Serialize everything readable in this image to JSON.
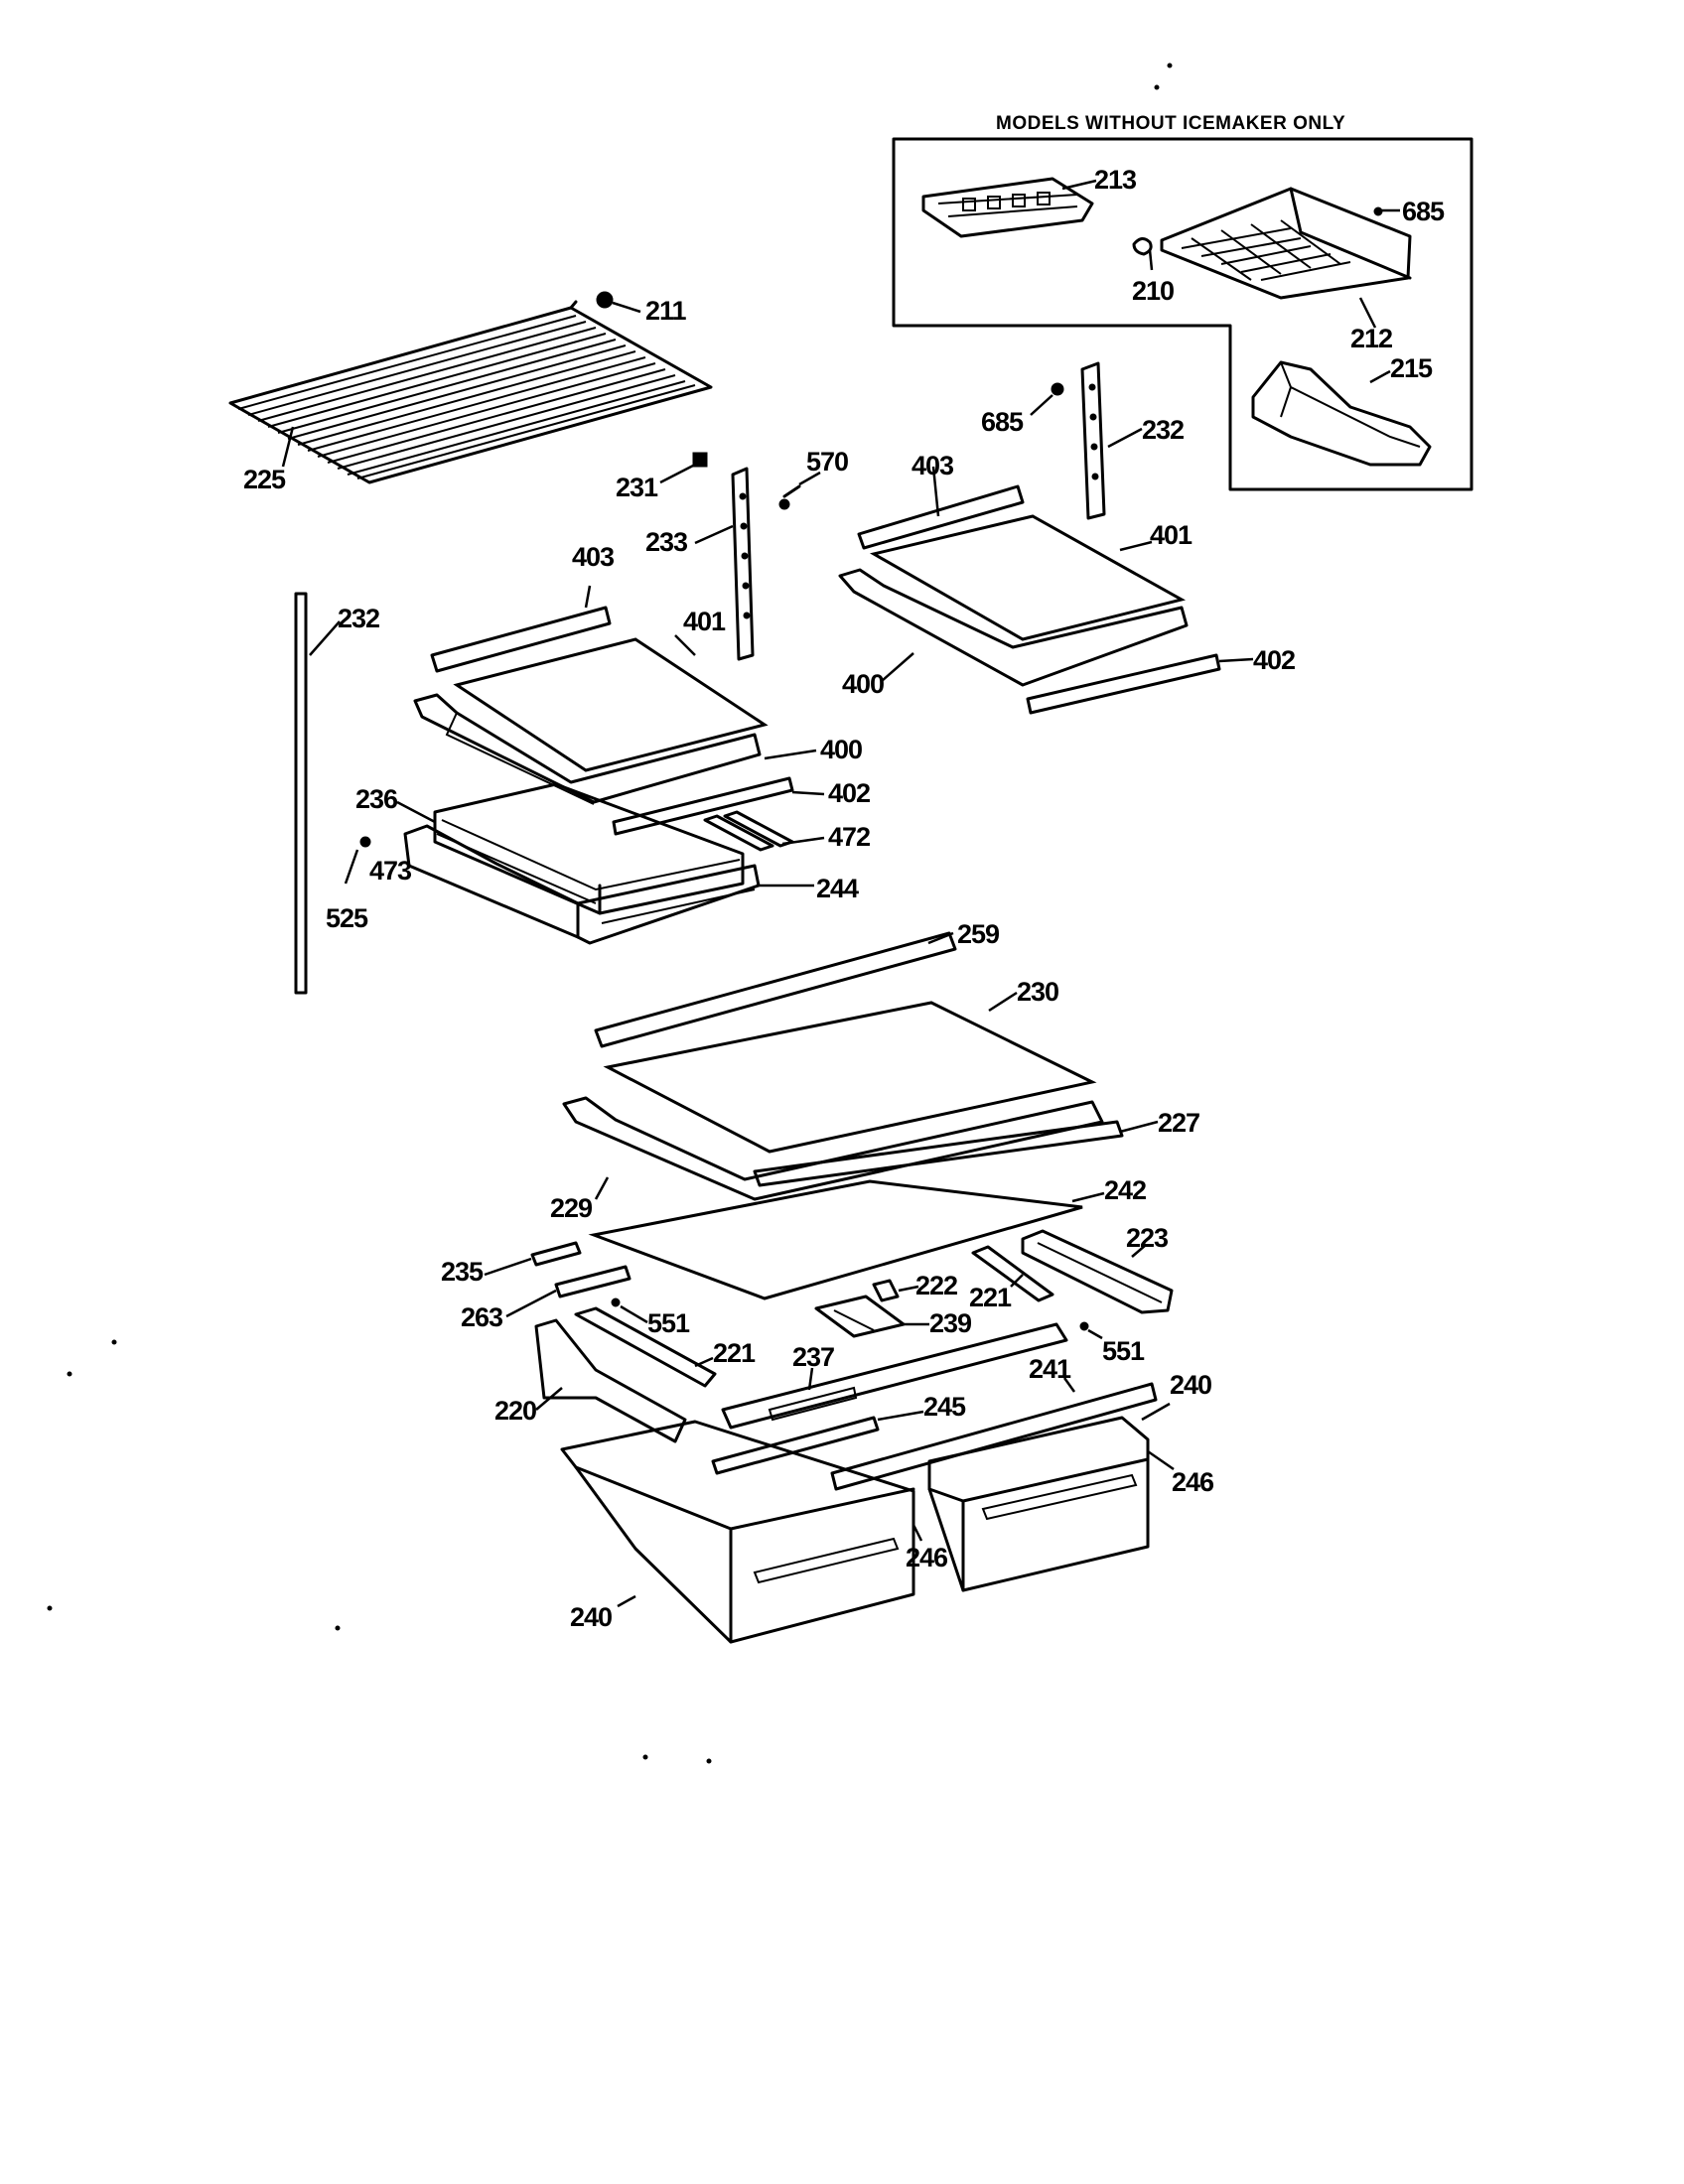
{
  "diagram": {
    "inset_title": "MODELS WITHOUT ICEMAKER ONLY",
    "labels": [
      {
        "id": "211",
        "text": "211"
      },
      {
        "id": "225",
        "text": "225"
      },
      {
        "id": "231",
        "text": "231"
      },
      {
        "id": "570",
        "text": "570"
      },
      {
        "id": "233",
        "text": "233"
      },
      {
        "id": "403a",
        "text": "403"
      },
      {
        "id": "403b",
        "text": "403"
      },
      {
        "id": "401a",
        "text": "401"
      },
      {
        "id": "401b",
        "text": "401"
      },
      {
        "id": "232a",
        "text": "232"
      },
      {
        "id": "232b",
        "text": "232"
      },
      {
        "id": "685a",
        "text": "685"
      },
      {
        "id": "685b",
        "text": "685"
      },
      {
        "id": "213",
        "text": "213"
      },
      {
        "id": "210",
        "text": "210"
      },
      {
        "id": "212",
        "text": "212"
      },
      {
        "id": "215",
        "text": "215"
      },
      {
        "id": "400a",
        "text": "400"
      },
      {
        "id": "400b",
        "text": "400"
      },
      {
        "id": "402a",
        "text": "402"
      },
      {
        "id": "402b",
        "text": "402"
      },
      {
        "id": "236",
        "text": "236"
      },
      {
        "id": "472",
        "text": "472"
      },
      {
        "id": "473",
        "text": "473"
      },
      {
        "id": "525",
        "text": "525"
      },
      {
        "id": "244",
        "text": "244"
      },
      {
        "id": "259",
        "text": "259"
      },
      {
        "id": "230",
        "text": "230"
      },
      {
        "id": "227",
        "text": "227"
      },
      {
        "id": "229",
        "text": "229"
      },
      {
        "id": "242",
        "text": "242"
      },
      {
        "id": "223",
        "text": "223"
      },
      {
        "id": "235",
        "text": "235"
      },
      {
        "id": "222",
        "text": "222"
      },
      {
        "id": "221a",
        "text": "221"
      },
      {
        "id": "263",
        "text": "263"
      },
      {
        "id": "551a",
        "text": "551"
      },
      {
        "id": "239",
        "text": "239"
      },
      {
        "id": "221b",
        "text": "221"
      },
      {
        "id": "237",
        "text": "237"
      },
      {
        "id": "551b",
        "text": "551"
      },
      {
        "id": "241",
        "text": "241"
      },
      {
        "id": "240a",
        "text": "240"
      },
      {
        "id": "220",
        "text": "220"
      },
      {
        "id": "245",
        "text": "245"
      },
      {
        "id": "246a",
        "text": "246"
      },
      {
        "id": "246b",
        "text": "246"
      },
      {
        "id": "240b",
        "text": "240"
      }
    ]
  }
}
